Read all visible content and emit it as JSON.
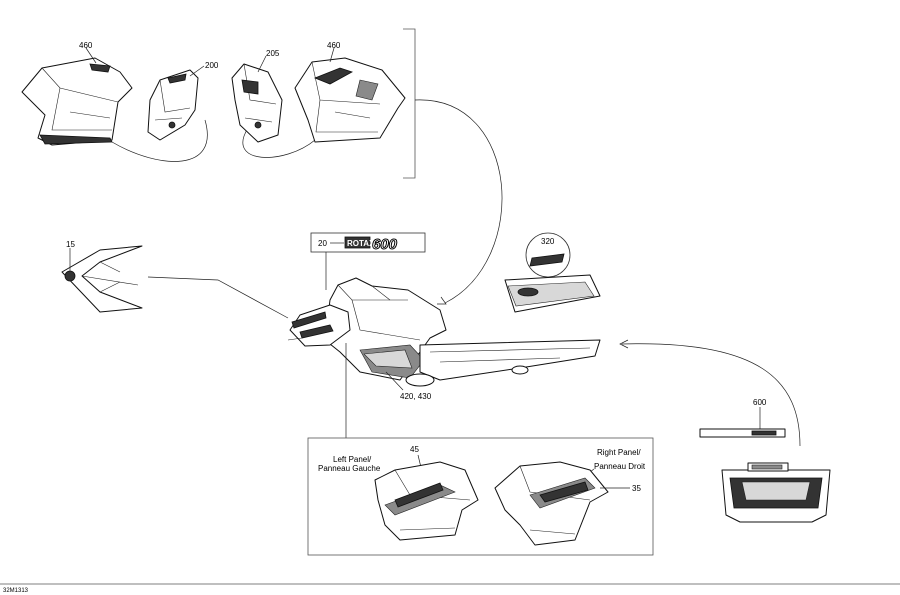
{
  "callouts": {
    "c460_left": "460",
    "c200": "200",
    "c205": "205",
    "c460_right": "460",
    "c15": "15",
    "c20": "20",
    "c320": "320",
    "c420_430": "420, 430",
    "c600": "600",
    "c45": "45",
    "c35": "35"
  },
  "decals": {
    "rotax_word": "ROTAX",
    "rotax_num": "600"
  },
  "panels": {
    "left_line1": "Left Panel/",
    "left_line2": "Panneau Gauche",
    "right_line1": "Right Panel/",
    "right_line2": "Panneau Droit"
  },
  "diagram_code": "32M1313"
}
